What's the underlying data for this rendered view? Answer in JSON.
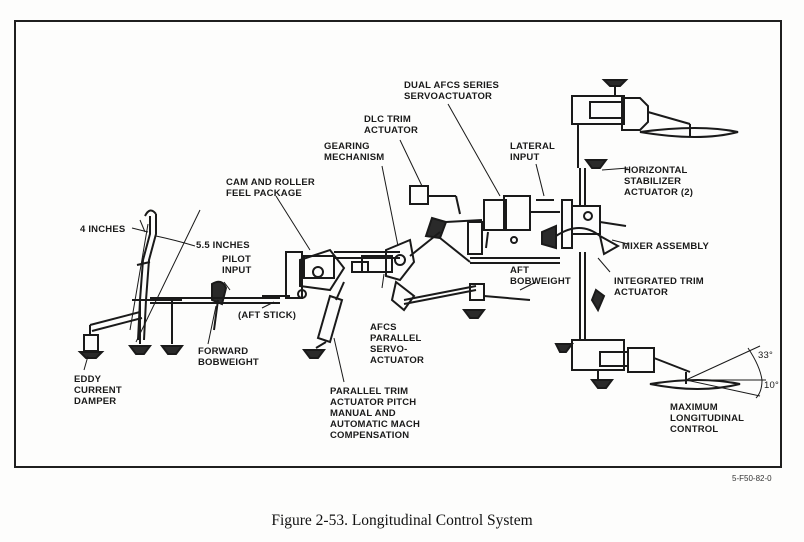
{
  "labels": {
    "dual_afcs_series_servoactuator": "DUAL AFCS SERIES\nSERVOACTUATOR",
    "dlc_trim_actuator": "DLC TRIM\nACTUATOR",
    "gearing_mechanism": "GEARING\nMECHANISM",
    "lateral_input": "LATERAL\nINPUT",
    "cam_and_roller": "CAM AND ROLLER\nFEEL PACKAGE",
    "horizontal_stabilizer_actuator": "HORIZONTAL\nSTABILIZER\nACTUATOR (2)",
    "four_inches": "4 INCHES",
    "five_point_five_inches": "5.5 INCHES",
    "pilot_input": "PILOT\nINPUT",
    "mixer_assembly": "MIXER ASSEMBLY",
    "aft_bobweight": "AFT\nBOBWEIGHT",
    "integrated_trim_actuator": "INTEGRATED TRIM\nACTUATOR",
    "aft_stick": "(AFT STICK)",
    "forward_bobweight": "FORWARD\nBOBWEIGHT",
    "afcs_parallel_servo_actuator": "AFCS\nPARALLEL\nSERVO-\nACTUATOR",
    "eddy_current_damper": "EDDY\nCURRENT\nDAMPER",
    "parallel_trim_actuator": "PARALLEL TRIM\nACTUATOR PITCH\nMANUAL AND\nAUTOMATIC MACH\nCOMPENSATION",
    "maximum_longitudinal_control": "MAXIMUM\nLONGITUDINAL\nCONTROL",
    "angle_33": "33°",
    "angle_10": "10°"
  },
  "drawing_number": "5-F50-82-0",
  "caption": "Figure 2-53. Longitudinal Control System",
  "colors": {
    "ink": "#1a1a1a",
    "paper": "#fdfdfc"
  }
}
